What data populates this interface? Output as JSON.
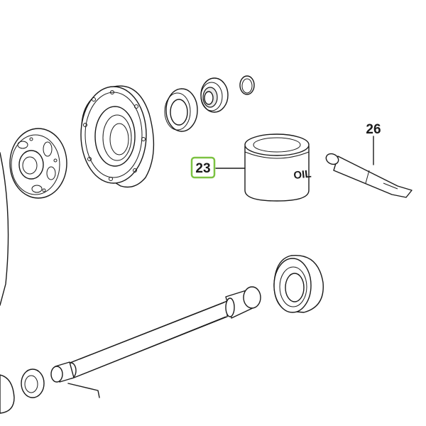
{
  "callouts": [
    {
      "number": "23",
      "highlighted": true
    },
    {
      "number": "26",
      "highlighted": false
    }
  ],
  "oil_can_text": "OIL",
  "colors": {
    "line": "#1a1a1a",
    "background": "#ffffff",
    "highlight_border": "#7cc242"
  }
}
